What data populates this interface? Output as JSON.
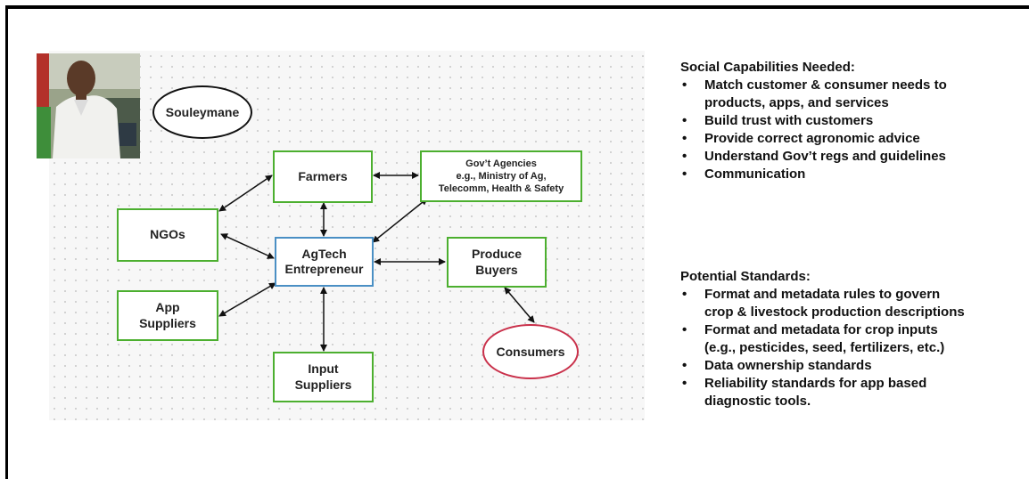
{
  "diagram": {
    "central": "AgTech\nEntrepreneur",
    "souleymane": "Souleymane",
    "farmers": "Farmers",
    "gov": "Gov’t Agencies\ne.g., Ministry of Ag,\nTelecomm, Health & Safety",
    "ngos": "NGOs",
    "produce": "Produce\nBuyers",
    "app": "App\nSuppliers",
    "input": "Input\nSuppliers",
    "consumers": "Consumers"
  },
  "colors": {
    "green": "#4caf2f",
    "blue": "#4a8fc4",
    "red": "#c9304a"
  },
  "social": {
    "title": "Social Capabilities Needed:",
    "items": [
      "Match customer & consumer needs to\nproducts, apps, and services",
      "Build trust with customers",
      "Provide correct agronomic advice",
      "Understand Gov’t regs and guidelines",
      "Communication"
    ]
  },
  "standards": {
    "title": "Potential Standards:",
    "items": [
      "Format and metadata rules to govern\ncrop & livestock production descriptions",
      "Format and metadata for crop inputs\n(e.g., pesticides, seed, fertilizers, etc.)",
      "Data ownership standards",
      "Reliability standards for app based\ndiagnostic tools."
    ]
  }
}
